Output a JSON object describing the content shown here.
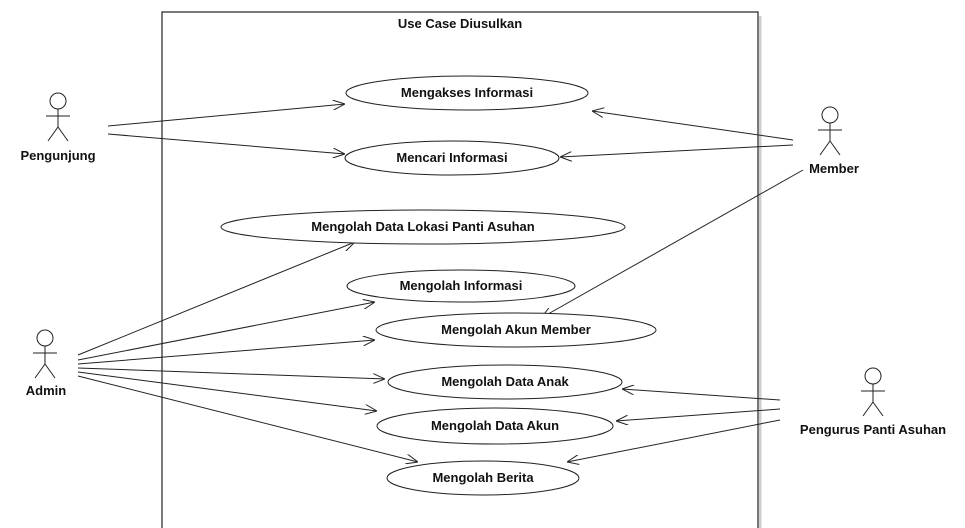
{
  "diagram": {
    "system_title": "Use Case Diusulkan",
    "actors": [
      {
        "id": "pengunjung",
        "label": "Pengunjung"
      },
      {
        "id": "member",
        "label": "Member"
      },
      {
        "id": "admin",
        "label": "Admin"
      },
      {
        "id": "pengurus",
        "label": "Pengurus Panti Asuhan"
      }
    ],
    "use_cases": [
      {
        "id": "uc1",
        "label": "Mengakses Informasi"
      },
      {
        "id": "uc2",
        "label": "Mencari Informasi"
      },
      {
        "id": "uc3",
        "label": "Mengolah Data Lokasi Panti Asuhan"
      },
      {
        "id": "uc4",
        "label": "Mengolah Informasi"
      },
      {
        "id": "uc5",
        "label": "Mengolah Akun Member"
      },
      {
        "id": "uc6",
        "label": "Mengolah Data Anak"
      },
      {
        "id": "uc7",
        "label": "Mengolah Data Akun"
      },
      {
        "id": "uc8",
        "label": "Mengolah Berita"
      }
    ],
    "associations": [
      {
        "from": "pengunjung",
        "to": "uc1"
      },
      {
        "from": "pengunjung",
        "to": "uc2"
      },
      {
        "from": "member",
        "to": "uc1"
      },
      {
        "from": "member",
        "to": "uc2"
      },
      {
        "from": "member",
        "to": "uc5"
      },
      {
        "from": "admin",
        "to": "uc3"
      },
      {
        "from": "admin",
        "to": "uc4"
      },
      {
        "from": "admin",
        "to": "uc5"
      },
      {
        "from": "admin",
        "to": "uc6"
      },
      {
        "from": "admin",
        "to": "uc7"
      },
      {
        "from": "admin",
        "to": "uc8"
      },
      {
        "from": "pengurus",
        "to": "uc6"
      },
      {
        "from": "pengurus",
        "to": "uc7"
      },
      {
        "from": "pengurus",
        "to": "uc8"
      }
    ]
  }
}
